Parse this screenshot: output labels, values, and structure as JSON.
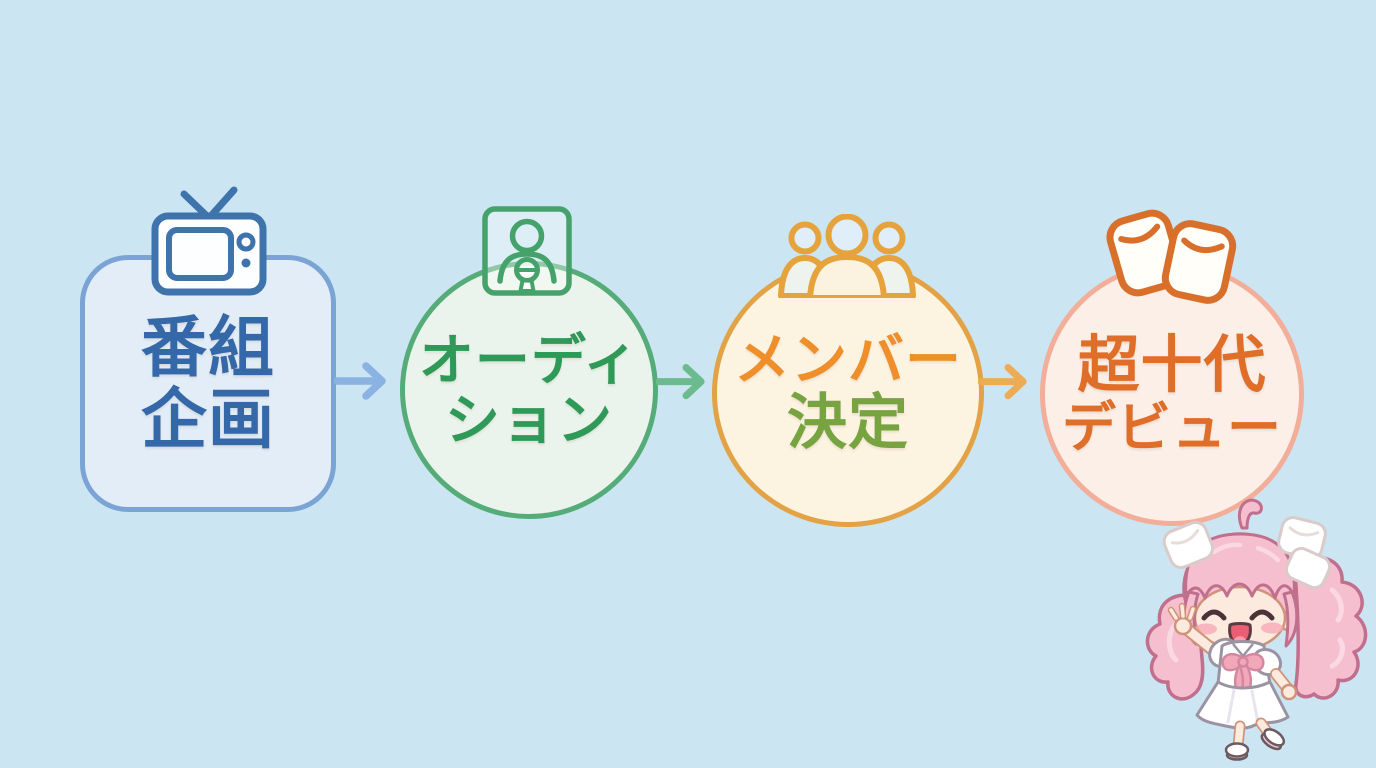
{
  "background_color": "#cbe5f3",
  "flow": {
    "steps": [
      {
        "id": "program-planning",
        "label_lines": [
          "番組",
          "企画"
        ],
        "icon": "tv-icon",
        "shape": "rounded-square",
        "colors": {
          "fill": "#e3edf7",
          "border": "#7ba3d4",
          "line1": "#3568a8",
          "line2": "#3568a8",
          "icon": "#3e73ab"
        }
      },
      {
        "id": "audition",
        "label_lines": [
          "オーディ",
          "ション"
        ],
        "icon": "audition-portrait-icon",
        "shape": "circle",
        "colors": {
          "fill": "#eaf4ec",
          "border": "#55ac79",
          "line1": "#2f9a58",
          "line2": "#2f9a58",
          "icon": "#46a26b"
        }
      },
      {
        "id": "member-decision",
        "label_lines": [
          "メンバー",
          "決定"
        ],
        "icon": "group-people-icon",
        "shape": "circle",
        "colors": {
          "fill": "#fdf3e1",
          "border": "#e2a245",
          "line1": "#ee8f2b",
          "line2": "#77a441",
          "icon": "#e6a33c"
        }
      },
      {
        "id": "chou-juudai-debut",
        "label_lines": [
          "超十代",
          "デビュー"
        ],
        "icon": "marshmallow-icon",
        "shape": "circle",
        "colors": {
          "fill": "#fcefe7",
          "border": "#f2ae99",
          "line1": "#df6e28",
          "line2": "#df6e28",
          "icon": "#d8702b"
        }
      }
    ],
    "arrows": [
      {
        "color": "#8ab2e2"
      },
      {
        "color": "#6cbb8e"
      },
      {
        "color": "#ecab54"
      }
    ]
  },
  "mascot": {
    "icon": "chibi-girl-mascot",
    "hair_color": "#f5bfd0",
    "dress_color": "#ffffff",
    "accent_color": "#f3a8ba"
  }
}
